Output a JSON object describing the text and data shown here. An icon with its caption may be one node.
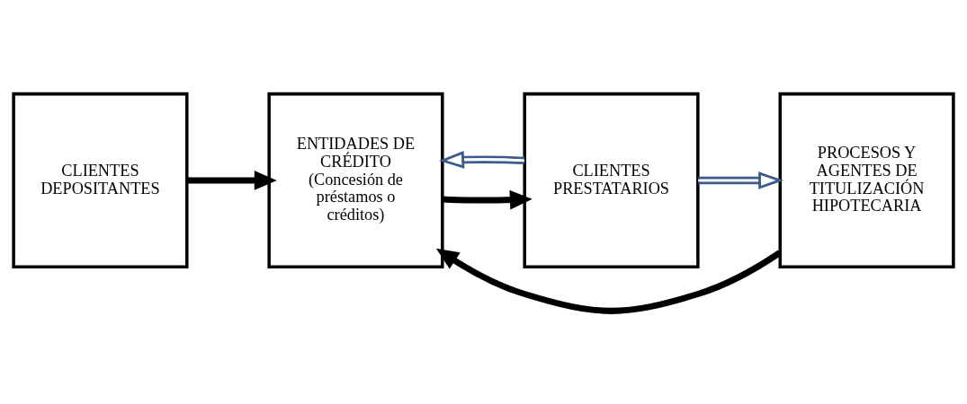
{
  "diagram": {
    "nodes": [
      {
        "text": [
          "CLIENTES DEPOSITANTES"
        ]
      },
      {
        "text": [
          "ENTIDADES DE CRÉDITO",
          "(Concesión de préstamos o créditos)"
        ]
      },
      {
        "text": [
          "CLIENTES PRESTATARIOS"
        ]
      },
      {
        "text": [
          "PROCESOS Y AGENTES DE TITULIZACIÓN HIPOTECARIA"
        ]
      }
    ],
    "edges": [
      {
        "from": 0,
        "to": 1,
        "arrow": "to"
      },
      {
        "from": 2,
        "to": 1,
        "arrow": "to",
        "color": "#3c5a8a"
      },
      {
        "from": 1,
        "to": 2,
        "arrow": "to"
      },
      {
        "from": 2,
        "to": 3,
        "arrow": "to",
        "color": "#3c5a8a"
      },
      {
        "from": 3,
        "to": 1,
        "arrow": "to"
      }
    ]
  }
}
